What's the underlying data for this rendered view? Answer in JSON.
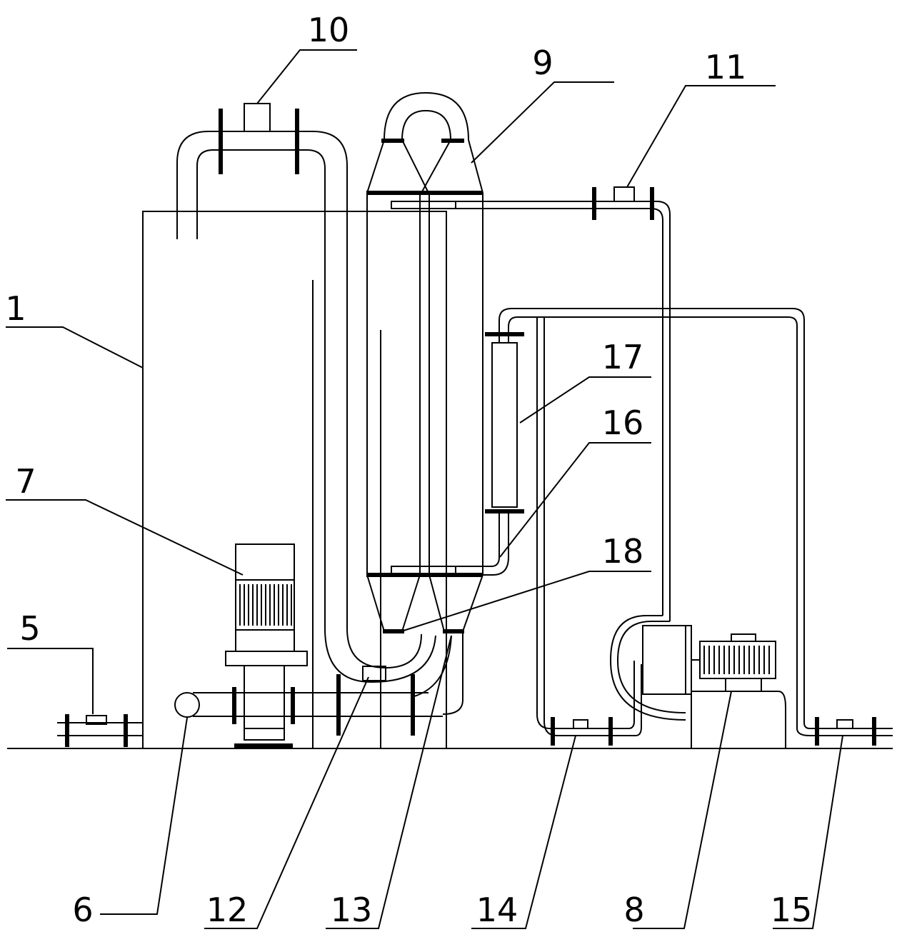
{
  "diagram": {
    "labels": {
      "l1": "1",
      "l5": "5",
      "l6": "6",
      "l7": "7",
      "l8": "8",
      "l9": "9",
      "l10": "10",
      "l11": "11",
      "l12": "12",
      "l13": "13",
      "l14": "14",
      "l15": "15",
      "l16": "16",
      "l17": "17",
      "l18": "18"
    }
  }
}
